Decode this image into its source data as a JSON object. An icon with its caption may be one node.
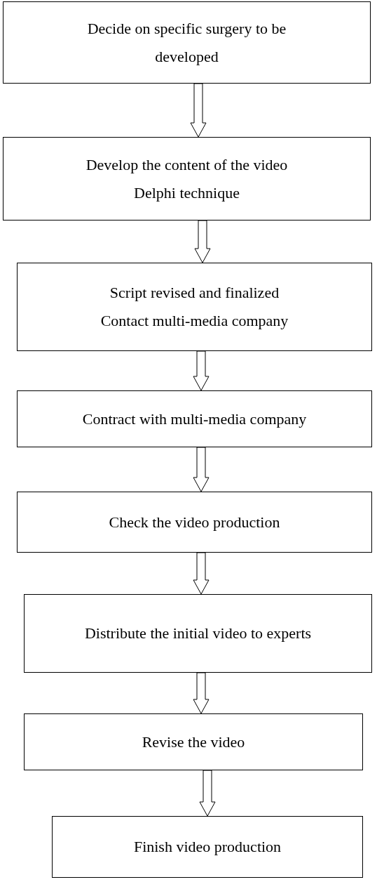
{
  "diagram": {
    "nodes": [
      {
        "text": [
          "Decide on specific surgery to be developed"
        ]
      },
      {
        "text": [
          "Develop the content of the video",
          "Delphi technique"
        ]
      },
      {
        "text": [
          "Script revised and finalized",
          "Contact multi-media company"
        ]
      },
      {
        "text": [
          "Contract with multi-media company"
        ]
      },
      {
        "text": [
          "Check the video production"
        ]
      },
      {
        "text": [
          "Distribute the initial video to experts"
        ]
      },
      {
        "text": [
          "Revise the video"
        ]
      },
      {
        "text": [
          "Finish video production"
        ]
      }
    ],
    "edges": [
      {
        "from": 0,
        "to": 1,
        "arrow": "to"
      },
      {
        "from": 1,
        "to": 2,
        "arrow": "to"
      },
      {
        "from": 2,
        "to": 3,
        "arrow": "to"
      },
      {
        "from": 3,
        "to": 4,
        "arrow": "to"
      },
      {
        "from": 4,
        "to": 5,
        "arrow": "to"
      },
      {
        "from": 5,
        "to": 6,
        "arrow": "to"
      },
      {
        "from": 6,
        "to": 7,
        "arrow": "to"
      }
    ]
  }
}
